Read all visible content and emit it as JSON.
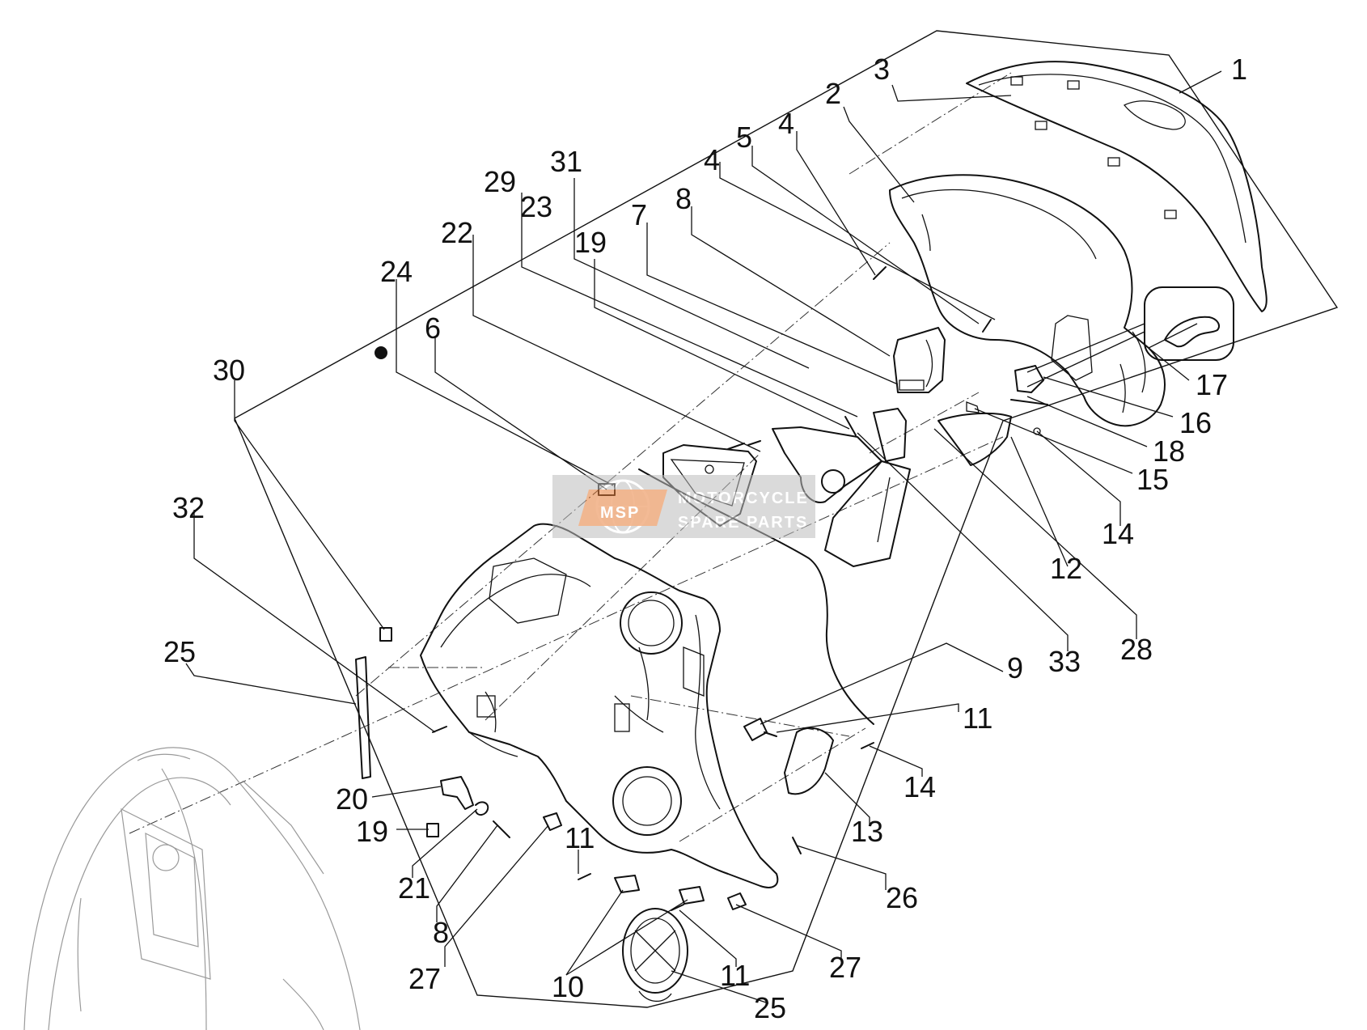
{
  "callouts": [
    {
      "id": "c1",
      "text": "1"
    },
    {
      "id": "c3",
      "text": "3"
    },
    {
      "id": "c2",
      "text": "2"
    },
    {
      "id": "c4a",
      "text": "4"
    },
    {
      "id": "c5",
      "text": "5"
    },
    {
      "id": "c4b",
      "text": "4"
    },
    {
      "id": "c31",
      "text": "31"
    },
    {
      "id": "c29",
      "text": "29"
    },
    {
      "id": "c23",
      "text": "23"
    },
    {
      "id": "c8a",
      "text": "8"
    },
    {
      "id": "c7",
      "text": "7"
    },
    {
      "id": "c22",
      "text": "22"
    },
    {
      "id": "c19a",
      "text": "19"
    },
    {
      "id": "c24",
      "text": "24"
    },
    {
      "id": "c6",
      "text": "6"
    },
    {
      "id": "c30",
      "text": "30"
    },
    {
      "id": "c17",
      "text": "17"
    },
    {
      "id": "c16",
      "text": "16"
    },
    {
      "id": "c18",
      "text": "18"
    },
    {
      "id": "c15",
      "text": "15"
    },
    {
      "id": "c14a",
      "text": "14"
    },
    {
      "id": "c12",
      "text": "12"
    },
    {
      "id": "c28",
      "text": "28"
    },
    {
      "id": "c33",
      "text": "33"
    },
    {
      "id": "c9",
      "text": "9"
    },
    {
      "id": "c11a",
      "text": "11"
    },
    {
      "id": "c32",
      "text": "32"
    },
    {
      "id": "c25a",
      "text": "25"
    },
    {
      "id": "c14b",
      "text": "14"
    },
    {
      "id": "c13",
      "text": "13"
    },
    {
      "id": "c26",
      "text": "26"
    },
    {
      "id": "c20",
      "text": "20"
    },
    {
      "id": "c19b",
      "text": "19"
    },
    {
      "id": "c21",
      "text": "21"
    },
    {
      "id": "c8b",
      "text": "8"
    },
    {
      "id": "c11b",
      "text": "11"
    },
    {
      "id": "c27a",
      "text": "27"
    },
    {
      "id": "c27b",
      "text": "27"
    },
    {
      "id": "c10",
      "text": "10"
    },
    {
      "id": "c11c",
      "text": "11"
    },
    {
      "id": "c25b",
      "text": "25"
    }
  ],
  "watermark": {
    "logo_letters": "MSP",
    "line1": "MOTORCYCLE",
    "line2": "SPARE PARTS",
    "color": "#e8752a"
  },
  "colors": {
    "line": "#111111",
    "ghost": "#9a9a9a",
    "background": "#ffffff"
  }
}
